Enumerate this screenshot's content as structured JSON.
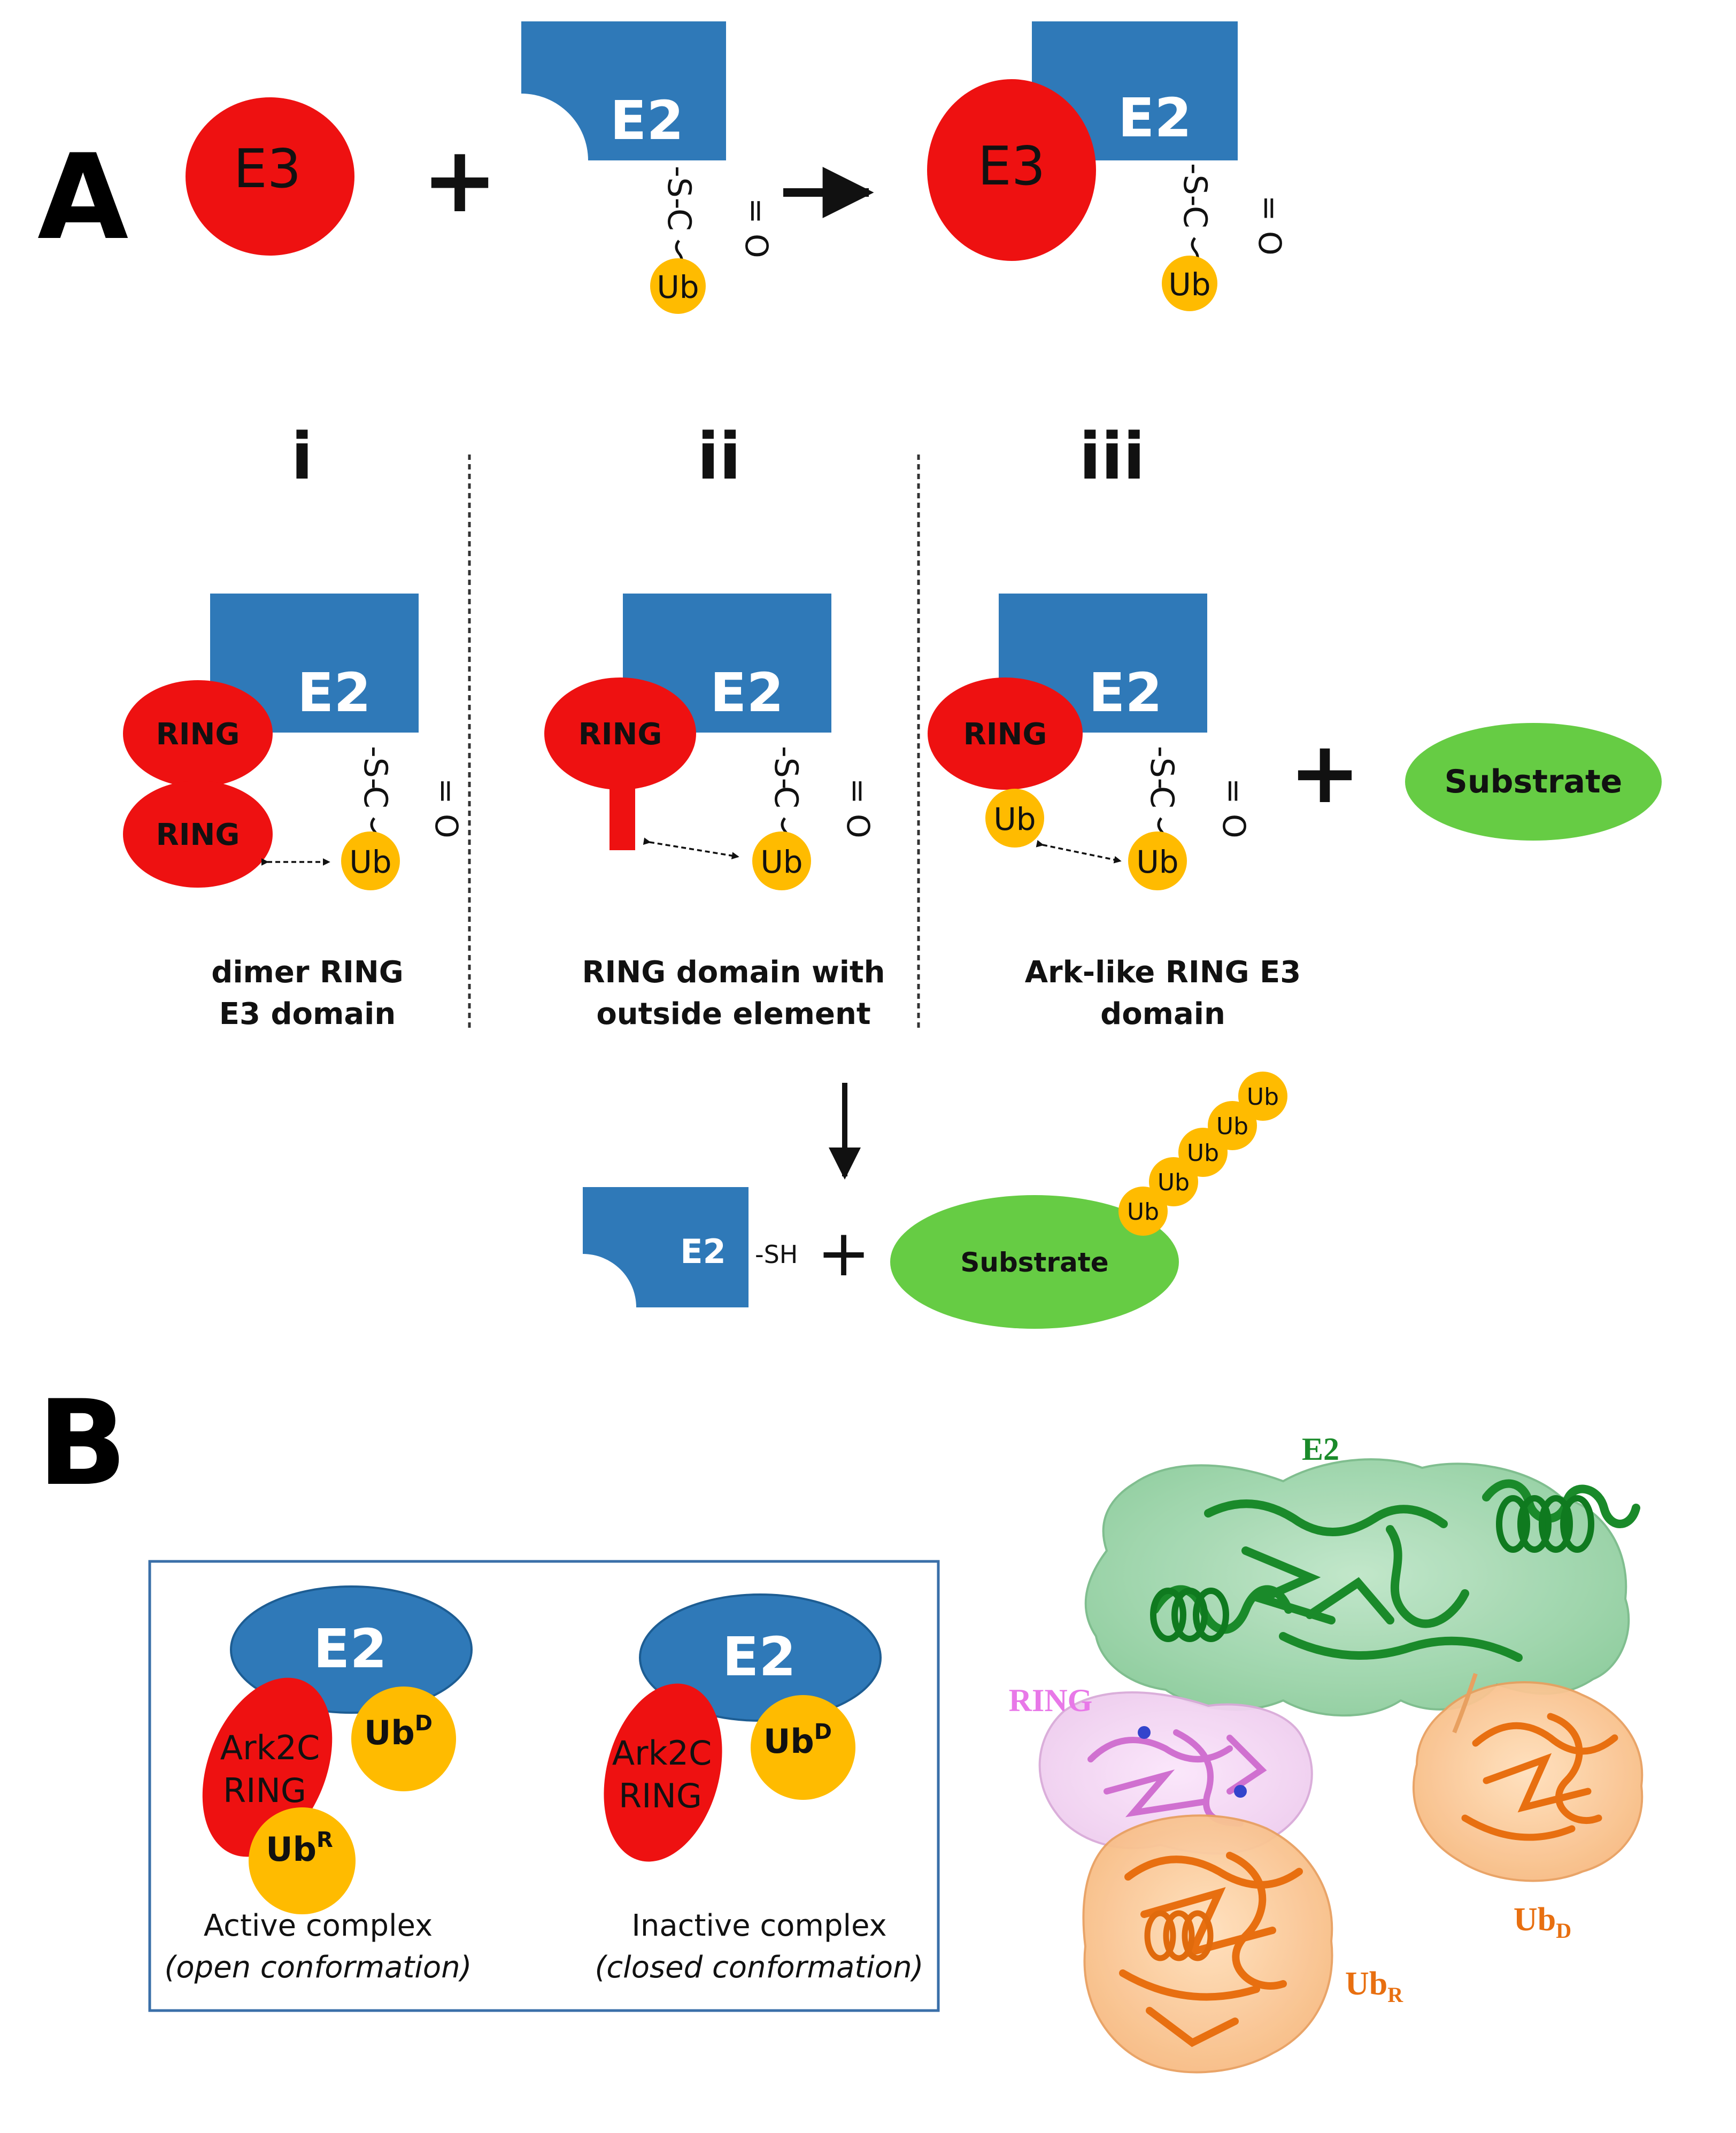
{
  "colors": {
    "e3_red": "#ee1111",
    "e2_blue": "#2f79b8",
    "ub_yellow": "#ffbb00",
    "substrate_green": "#66cc44",
    "e2_ribbon_green": "#1a8a2a",
    "ring_pink": "#e080e0",
    "ub_orange": "#e86f10",
    "box_border": "#3a6fa8"
  },
  "panel_a": {
    "label": "A",
    "top": {
      "e3": "E3",
      "plus": "+",
      "e2": "E2",
      "thioester_s": "-S-",
      "thioester_c": "C",
      "thioester_o": "= O",
      "ub": "Ub",
      "arrow": "→"
    },
    "columns": [
      {
        "numeral": "i",
        "ring_top": "RING",
        "ring_bottom": "RING",
        "e2": "E2",
        "ub": "Ub",
        "caption_line1": "dimer RING",
        "caption_line2": "E3 domain"
      },
      {
        "numeral": "ii",
        "ring": "RING",
        "e2": "E2",
        "ub": "Ub",
        "caption_line1": "RING domain with",
        "caption_line2": "outside element"
      },
      {
        "numeral": "iii",
        "ring": "RING",
        "ring_ub": "Ub",
        "e2": "E2",
        "ub": "Ub",
        "caption_line1": "Ark-like RING E3",
        "caption_line2": "domain"
      }
    ],
    "plus_substrate": "+",
    "substrate": "Substrate",
    "product": {
      "e2": "E2",
      "sh": "-SH",
      "plus": "+",
      "substrate": "Substrate",
      "ub_chain": [
        "Ub",
        "Ub",
        "Ub",
        "Ub",
        "Ub"
      ]
    }
  },
  "panel_b": {
    "label": "B",
    "active": {
      "e2": "E2",
      "ring_line1": "Ark2C",
      "ring_line2": "RING",
      "ub_d": "Ub",
      "ub_d_sup": "D",
      "ub_r": "Ub",
      "ub_r_sup": "R",
      "caption": "Active complex",
      "caption_italic": "(open conformation)"
    },
    "inactive": {
      "e2": "E2",
      "ring_line1": "Ark2C",
      "ring_line2": "RING",
      "ub_d": "Ub",
      "ub_d_sup": "D",
      "caption": "Inactive complex",
      "caption_italic": "(closed conformation)"
    },
    "structure": {
      "e2": "E2",
      "ring": "RING",
      "ub_d": "Ub",
      "ub_d_sub": "D",
      "ub_r": "Ub",
      "ub_r_sub": "R"
    }
  }
}
